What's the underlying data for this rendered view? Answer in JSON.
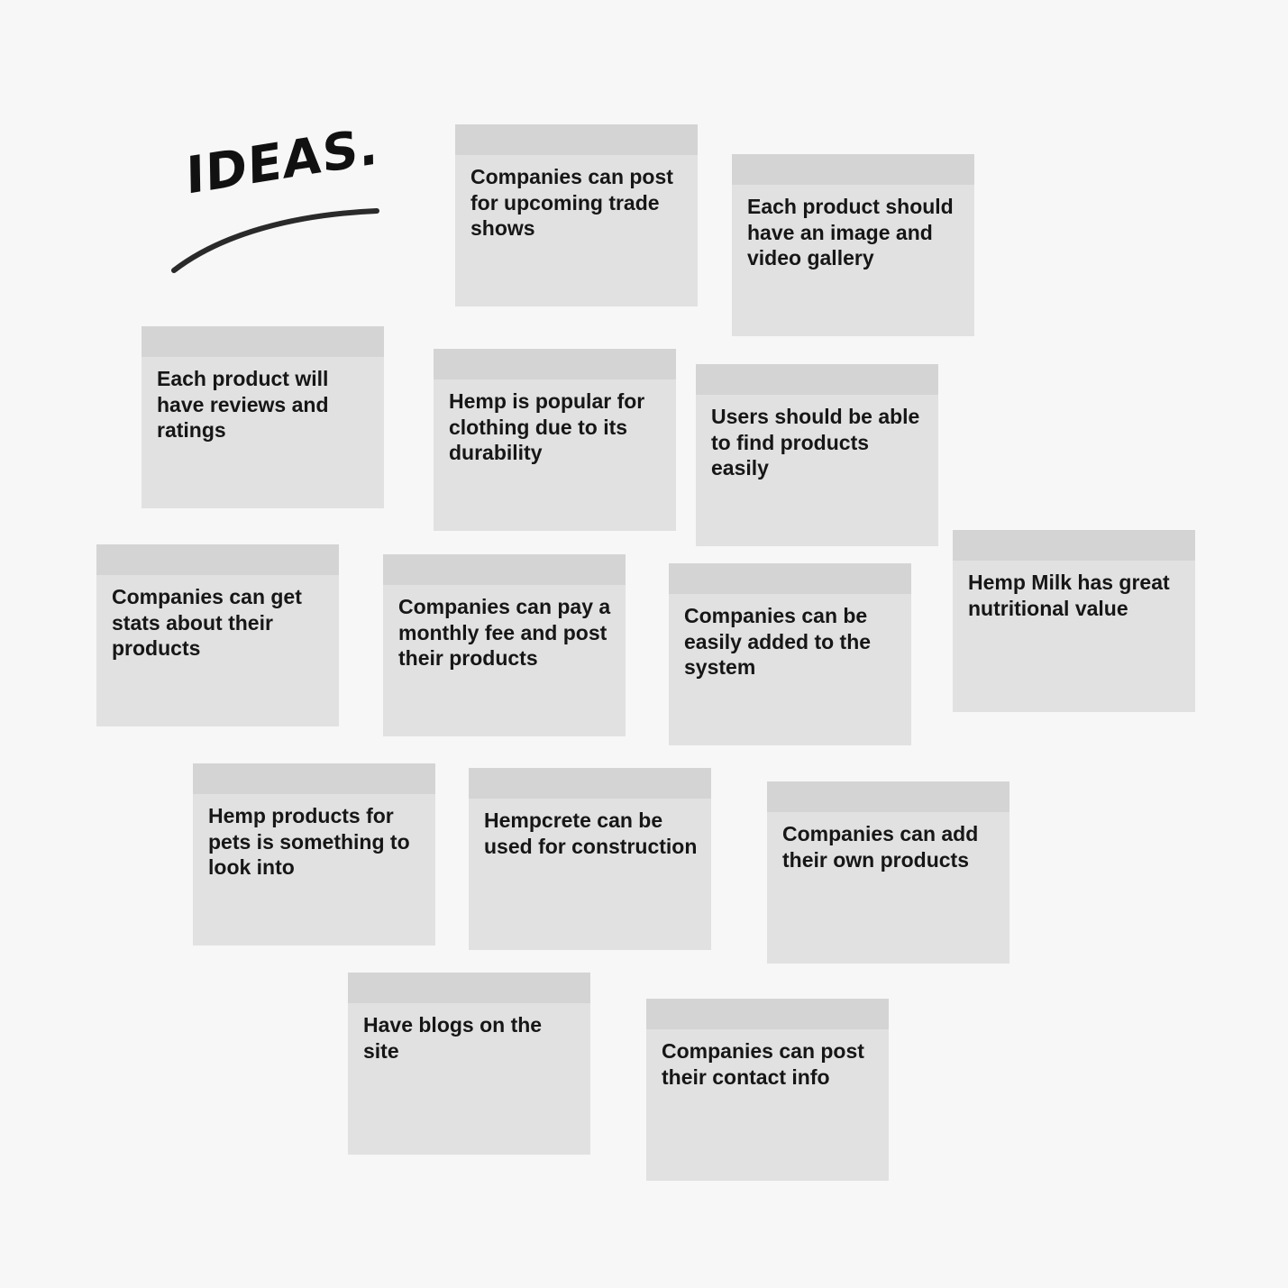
{
  "board": {
    "title": "IDEAS.",
    "notes": [
      {
        "text": "Companies can post for upcoming trade shows"
      },
      {
        "text": "Each product should have an image and video gallery"
      },
      {
        "text": "Each product will have reviews and ratings"
      },
      {
        "text": "Hemp is popular for clothing due to its durability"
      },
      {
        "text": "Users should be able to find products easily"
      },
      {
        "text": "Companies can get stats about their products"
      },
      {
        "text": "Companies can pay a monthly fee and post their products"
      },
      {
        "text": "Companies can be easily added to the system"
      },
      {
        "text": "Hemp Milk has great nutritional value"
      },
      {
        "text": "Hemp products for pets is something to look into"
      },
      {
        "text": "Hempcrete can be used for construction"
      },
      {
        "text": "Companies can add their own products"
      },
      {
        "text": "Have blogs on the site"
      },
      {
        "text": "Companies can post their contact info"
      }
    ]
  }
}
